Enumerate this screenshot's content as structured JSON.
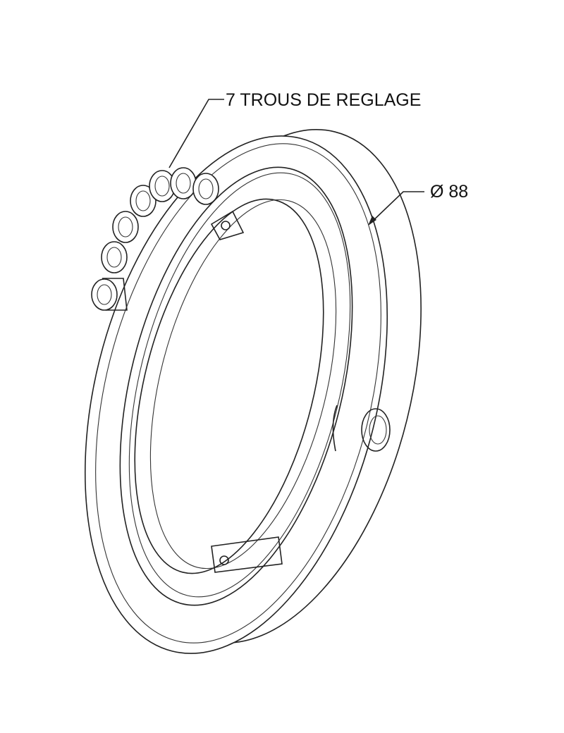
{
  "annotations": {
    "holes_label": "7 TROUS DE REGLAGE",
    "diameter_symbol": "Ø",
    "diameter_value": "88"
  },
  "hole_count": 7
}
